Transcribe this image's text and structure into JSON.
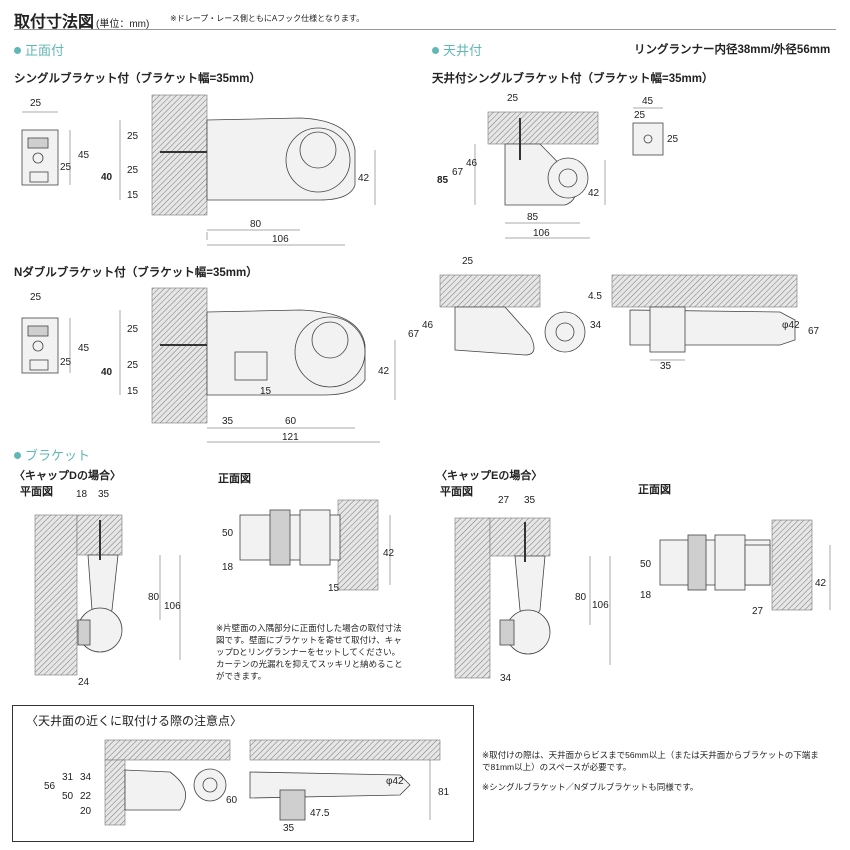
{
  "header": {
    "title": "取付寸法図",
    "unit": "(単位：mm)",
    "note": "※ドレープ・レース側ともにAフック仕様となります。"
  },
  "sections": {
    "front": "正面付",
    "ceiling": "天井付",
    "bracket": "ブラケット"
  },
  "runner_spec": "リングランナー内径38mm/外径56mm",
  "subtitles": {
    "single": "シングルブラケット付（ブラケット幅=35mm）",
    "double": "Nダブルブラケット付（ブラケット幅=35mm）",
    "ceiling_single": "天井付シングルブラケット付（ブラケット幅=35mm）",
    "cap_d": "〈キャップDの場合〉",
    "cap_e": "〈キャップEの場合〉",
    "plan_d": "平面図",
    "plan_e": "平面図",
    "front_d": "正面図",
    "front_e": "正面図",
    "caution": "〈天井面の近くに取付ける際の注意点〉"
  },
  "dims": {
    "single": {
      "a": "25",
      "b": "45",
      "c": "25",
      "d": "25",
      "e": "25",
      "f": "15",
      "g": "40",
      "h": "42",
      "i": "80",
      "j": "106"
    },
    "double": {
      "a": "25",
      "b": "45",
      "c": "25",
      "d": "25",
      "e": "25",
      "f": "15",
      "g": "40",
      "h": "42",
      "i": "15",
      "j": "35",
      "k": "60",
      "l": "121"
    },
    "ceiling_single": {
      "a": "25",
      "b": "46",
      "c": "67",
      "d": "85",
      "e": "42",
      "f": "85",
      "g": "106",
      "h": "45",
      "i": "25",
      "j": "25"
    },
    "ceiling_double": {
      "a": "25",
      "b": "4.5",
      "c": "67",
      "d": "46",
      "e": "34",
      "f": "φ42",
      "g": "67",
      "h": "35"
    },
    "cap_d_plan": {
      "a": "18",
      "b": "35",
      "c": "80",
      "d": "106",
      "e": "24"
    },
    "cap_d_front": {
      "a": "50",
      "b": "18",
      "c": "42",
      "d": "15"
    },
    "cap_e_plan": {
      "a": "27",
      "b": "35",
      "c": "80",
      "d": "106",
      "e": "34"
    },
    "cap_e_front": {
      "a": "50",
      "b": "18",
      "c": "42",
      "d": "27"
    },
    "caution": {
      "a": "31",
      "b": "34",
      "c": "56",
      "d": "50",
      "e": "22",
      "f": "20",
      "g": "60",
      "h": "φ42",
      "i": "81",
      "j": "35",
      "k": "47.5"
    }
  },
  "notes": {
    "cap_d": "※片壁面の入隅部分に正面付した場合の取付寸法図です。壁面にブラケットを寄せて取付け、キャップDとリングランナーをセットしてください。カーテンの光漏れを抑えてスッキリと納めることができます。",
    "caution_1": "※取付けの際は、天井面からビスまで56mm以上（または天井面からブラケットの下端まで81mm以上）のスペースが必要です。",
    "caution_2": "※シングルブラケット／Nダブルブラケットも同様です。"
  }
}
